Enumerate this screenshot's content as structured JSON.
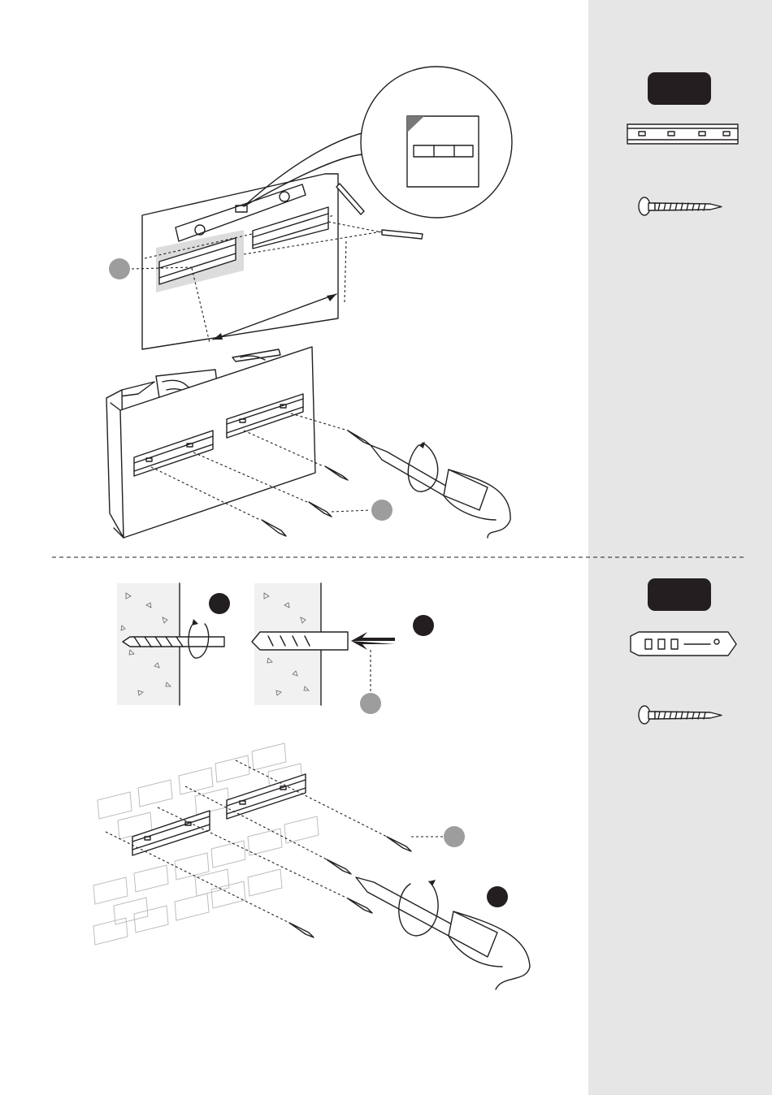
{
  "sections": [
    {
      "id": "wood-mounting",
      "parts_badge": "",
      "parts": [
        {
          "icon": "bracket-rail-icon"
        },
        {
          "icon": "wood-screw-icon"
        }
      ],
      "callouts": [
        "grey-marker",
        "grey-marker"
      ]
    },
    {
      "id": "masonry-mounting",
      "parts_badge": "",
      "parts": [
        {
          "icon": "wall-plug-icon"
        },
        {
          "icon": "screw-icon"
        }
      ],
      "callouts": [
        "black-marker",
        "black-marker",
        "grey-marker",
        "grey-marker",
        "black-marker"
      ]
    }
  ],
  "colors": {
    "sidebar": "#e6e6e6",
    "badge": "#231f20",
    "grey_marker": "#9d9d9d",
    "black_marker": "#231f20",
    "line": "#231f20"
  }
}
